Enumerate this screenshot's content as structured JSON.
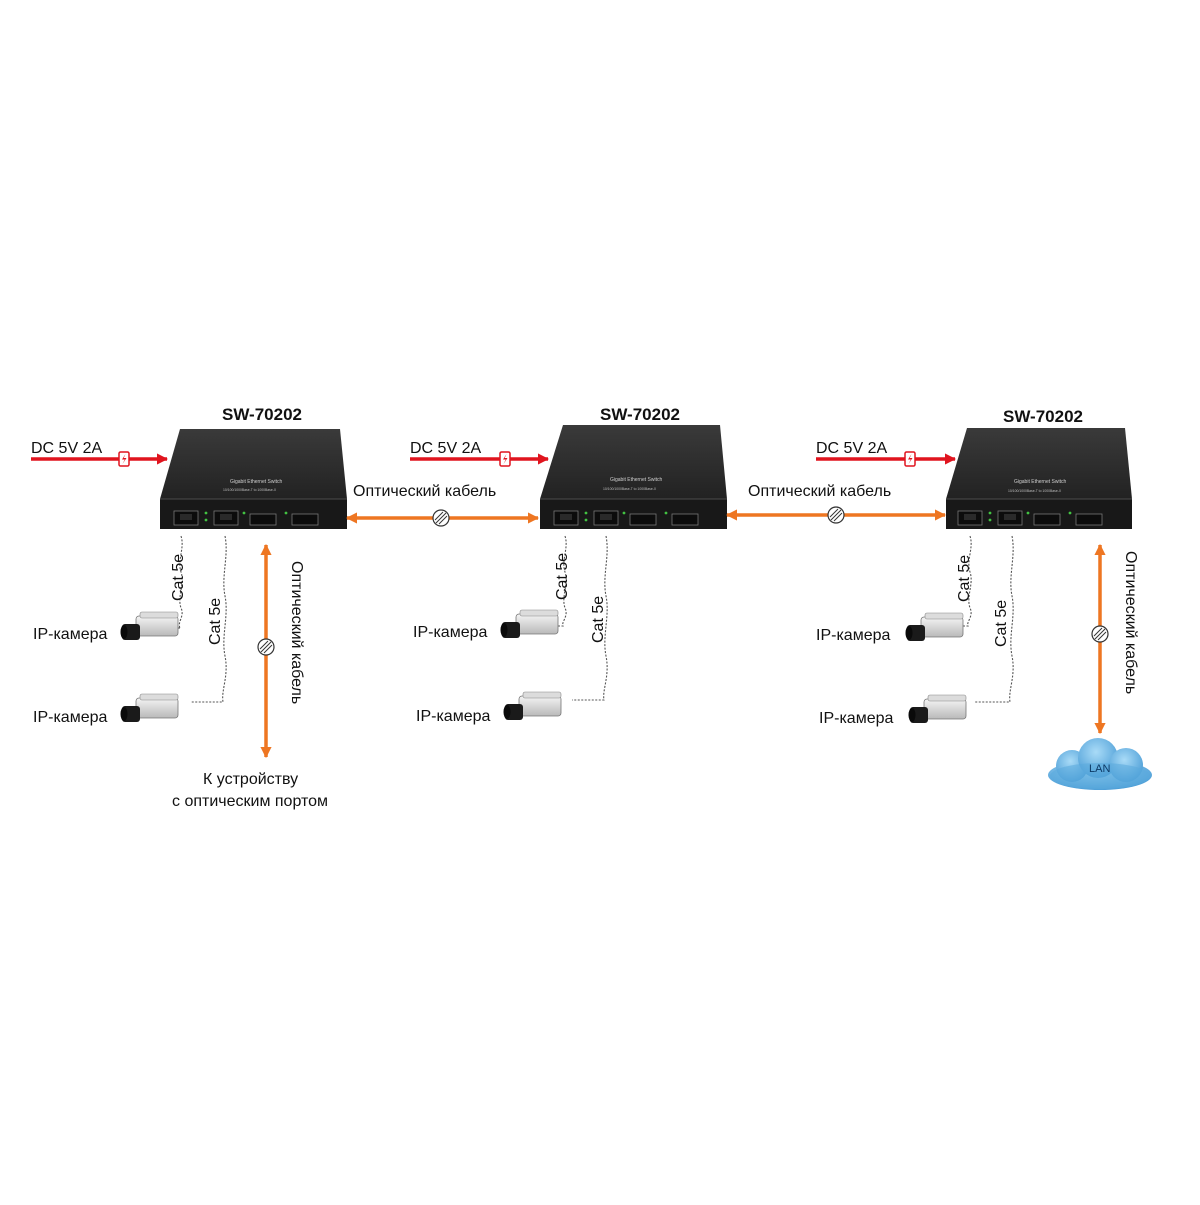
{
  "colors": {
    "power_arrow": "#e0141e",
    "fiber_arrow": "#ee7622",
    "switch_body": "#1f1f1f",
    "cloud": "#6fb8e6",
    "text": "#111111"
  },
  "units": [
    {
      "model": "SW-70202",
      "power": "DC 5V 2A",
      "panel_title": "Gigabit Ethernet Switch",
      "panel_subtitle": "10/100/1000Base-T to 1000Base-X",
      "cables": [
        "Cat 5e",
        "Cat 5e"
      ],
      "cameras": [
        "IP-камера",
        "IP-камера"
      ],
      "fiber_down": "Оптический кабель",
      "bottom_lines": [
        "К устройству",
        "с оптическим портом"
      ]
    },
    {
      "model": "SW-70202",
      "power": "DC 5V 2A",
      "panel_title": "Gigabit Ethernet Switch",
      "panel_subtitle": "10/100/1000Base-T to 1000Base-X",
      "cables": [
        "Cat 5e",
        "Cat 5e"
      ],
      "cameras": [
        "IP-камера",
        "IP-камера"
      ]
    },
    {
      "model": "SW-70202",
      "power": "DC 5V 2A",
      "panel_title": "Gigabit Ethernet Switch",
      "panel_subtitle": "10/100/1000Base-T to 1000Base-X",
      "cables": [
        "Cat 5e",
        "Cat 5e"
      ],
      "cameras": [
        "IP-камера",
        "IP-камера"
      ],
      "fiber_down": "Оптический кабель",
      "cloud": "LAN"
    }
  ],
  "links": [
    "Оптический кабель",
    "Оптический кабель"
  ],
  "icons": {
    "power": "lightning-icon",
    "fiber": "fiber-cross-section-icon",
    "camera": "ip-camera-icon",
    "cable": "twisted-pair-icon",
    "cloud": "lan-cloud-icon"
  }
}
